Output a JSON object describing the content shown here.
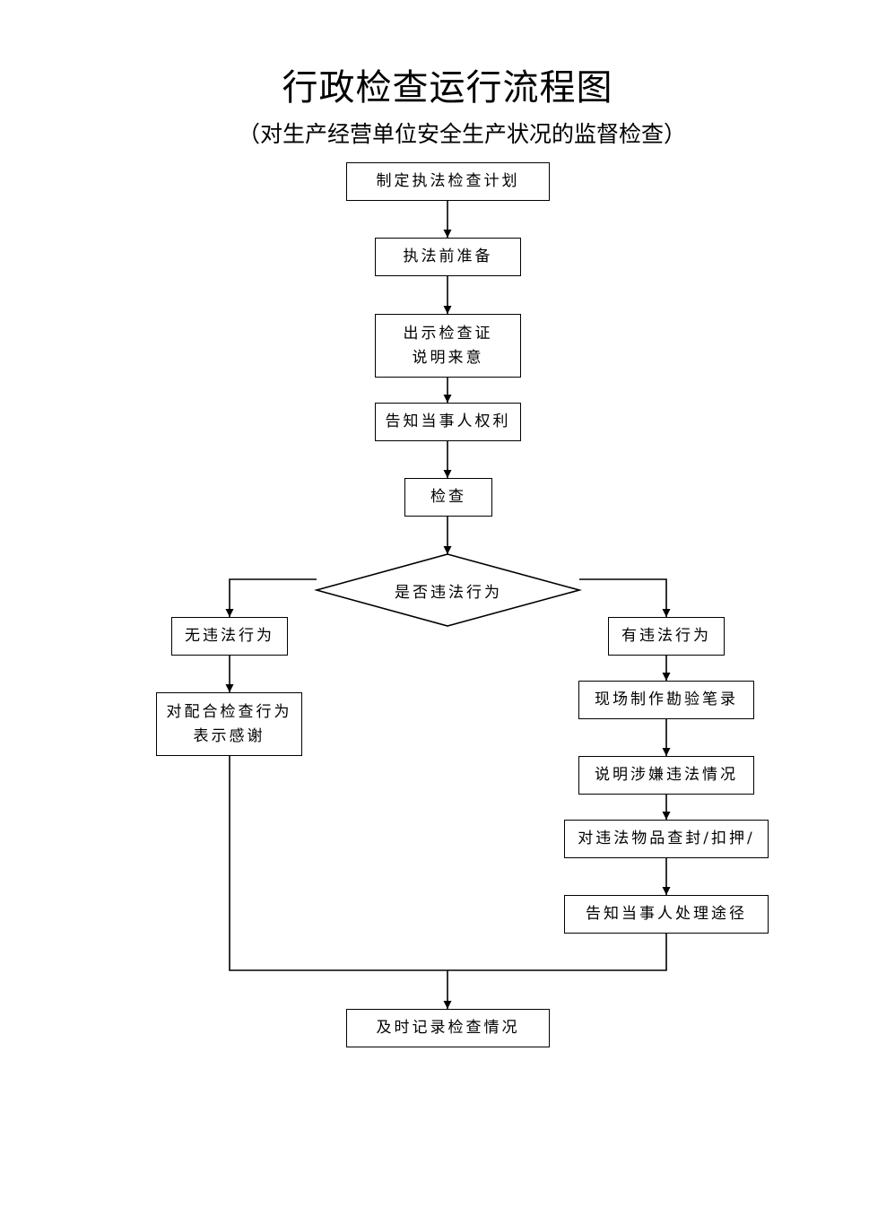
{
  "title": "行政检查运行流程图",
  "subtitle": "（对生产经营单位安全生产状况的监督检查）",
  "nodes": {
    "plan": "制定执法检查计划",
    "prepare": "执法前准备",
    "show_id_line1": "出示检查证",
    "show_id_line2": "说明来意",
    "inform_rights": "告知当事人权利",
    "inspect": "检查",
    "decision": "是否违法行为",
    "no_violation": "无违法行为",
    "thanks_line1": "对配合检查行为",
    "thanks_line2": "表示感谢",
    "has_violation": "有违法行为",
    "onsite_record": "现场制作勘验笔录",
    "explain_suspected": "说明涉嫌违法情况",
    "seize": "对违法物品查封/扣押/",
    "inform_handling": "告知当事人处理途径",
    "record_results": "及时记录检查情况"
  },
  "colors": {
    "line": "#000000",
    "background": "#ffffff"
  }
}
